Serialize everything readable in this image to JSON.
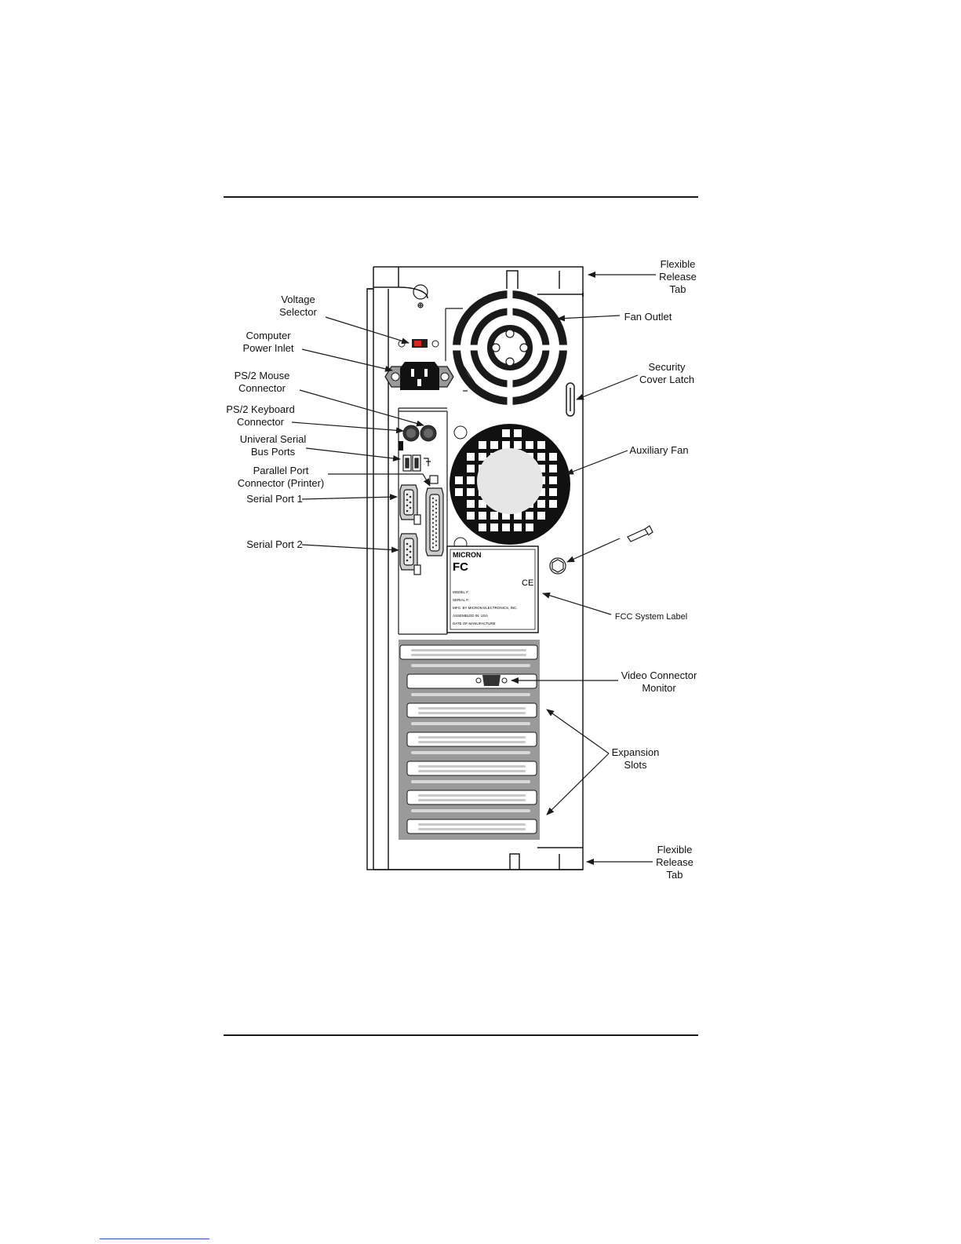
{
  "callouts_left": [
    {
      "key": "voltage_selector",
      "text": "Voltage\nSelector"
    },
    {
      "key": "power_inlet",
      "text": "Computer\nPower Inlet"
    },
    {
      "key": "mouse_connector",
      "text": "PS/2 Mouse\nConnector"
    },
    {
      "key": "keyboard_connector",
      "text": "PS/2 Keyboard\nConnector"
    },
    {
      "key": "usb_ports",
      "text": "Univeral Serial\nBus Ports"
    },
    {
      "key": "parallel_port",
      "text": "Parallel Port\nConnector (Printer)"
    },
    {
      "key": "serial_port_1",
      "text": "Serial Port 1"
    },
    {
      "key": "serial_port_2",
      "text": "Serial Port 2"
    }
  ],
  "callouts_right": [
    {
      "key": "release_tab_top",
      "text": "Flexible\nRelease\nTab"
    },
    {
      "key": "fan_outlet",
      "text": "Fan Outlet"
    },
    {
      "key": "security_latch",
      "text": "Security\nCover Latch"
    },
    {
      "key": "auxiliary_fan",
      "text": "Auxiliary Fan"
    },
    {
      "key": "fcc_label",
      "text": "FCC System Label"
    },
    {
      "key": "video_connector",
      "text": "Video Connector\nMonitor"
    },
    {
      "key": "expansion_slots",
      "text": "Expansion\nSlots"
    },
    {
      "key": "release_tab_bottom",
      "text": "Flexible\nRelease\nTab"
    }
  ],
  "fcc_label_text": {
    "brand": "MICRON",
    "fc_logo": "FC",
    "ce_logo": "CE",
    "model": "MODEL #:",
    "serial": "SERIAL #:",
    "mfg": "MFG. BY MICRON ELECTRONICS, INC.",
    "assembled": "ASSEMBLED IN: USA",
    "date": "DATE OF MANUFACTURE"
  },
  "colors": {
    "voltage_switch": "#e2231a",
    "panel_gray": "#9a9a9a",
    "line": "#1a1a1a"
  }
}
